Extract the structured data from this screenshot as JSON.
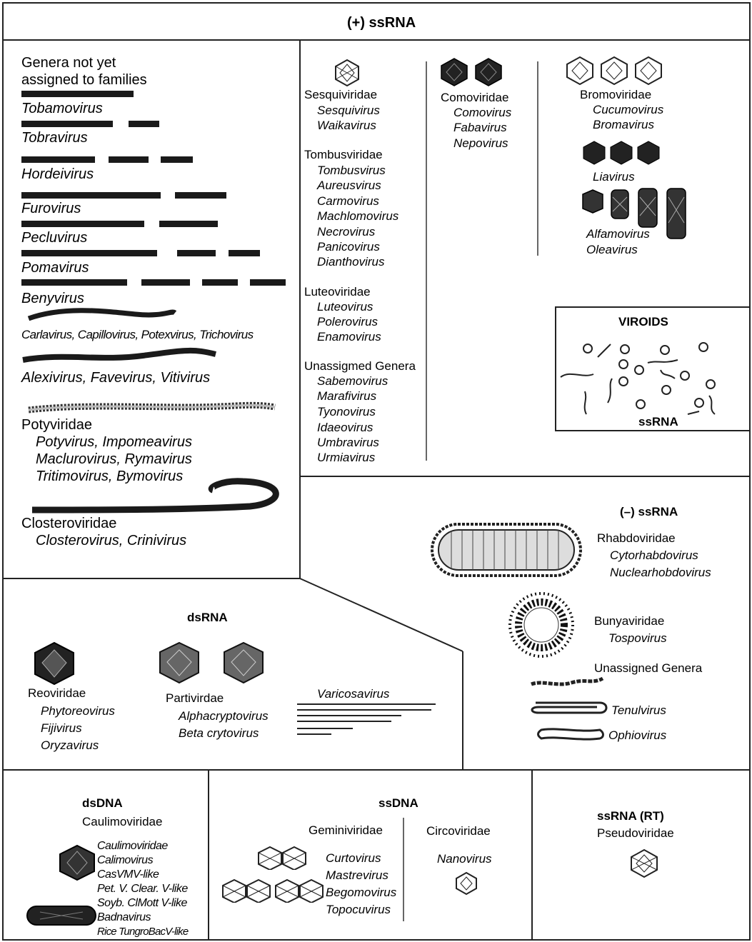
{
  "header": {
    "title": "(+) ssRNA"
  },
  "unassigned_panel": {
    "heading_line1": "Genera not yet",
    "heading_line2": "assigned to families",
    "genera": [
      "Tobamovirus",
      "Tobravirus",
      "Hordeivirus",
      "Furovirus",
      "Pecluvirus",
      "Pomavirus",
      "Benyvirus"
    ],
    "flexuous": "Carlavirus, Capillovirus, Potexvirus, Trichovirus",
    "flexuous2": "Alexivirus,  Favevirus,  Vitivirus",
    "potyviridae": {
      "family": "Potyviridae",
      "line1": "Potyvirus,  Impomeavirus",
      "line2": "Maclurovirus,  Rymavirus",
      "line3": "Tritimovirus,  Bymovirus"
    },
    "closteroviridae": {
      "family": "Closteroviridae",
      "line1": "Closterovirus,  Crinivirus"
    }
  },
  "isometric_col1": {
    "sesquiviridae": {
      "family": "Sesquiviridae",
      "genera": [
        "Sesquivirus",
        "Waikavirus"
      ]
    },
    "tombusviridae": {
      "family": "Tombusviridae",
      "genera": [
        "Tombusvirus",
        "Aureusvirus",
        "Carmovirus",
        "Machlomovirus",
        "Necrovirus",
        "Panicovirus",
        "Dianthovirus"
      ]
    },
    "luteoviridae": {
      "family": "Luteoviridae",
      "genera": [
        "Luteovirus",
        "Polerovirus",
        "Enamovirus"
      ]
    },
    "unassigned": {
      "family": "Unassigmed Genera",
      "genera": [
        "Sabemovirus",
        "Marafivirus",
        "Tyonovirus",
        "Idaeovirus",
        "Umbravirus",
        "Urmiavirus"
      ]
    }
  },
  "isometric_col2": {
    "comoviridae": {
      "family": "Comoviridae",
      "genera": [
        "Comovirus",
        "Fabavirus",
        "Nepovirus"
      ]
    }
  },
  "isometric_col3": {
    "bromoviridae": {
      "family": "Bromoviridae",
      "genera": [
        "Cucumovirus",
        "Bromavirus"
      ]
    },
    "liavirus": "Liavirus",
    "alfamovirus": "Alfamovirus",
    "oleavirus": "Oleavirus"
  },
  "viroids": {
    "title": "VIROIDS",
    "label": "ssRNA"
  },
  "neg_ssrna": {
    "title": "(–) ssRNA",
    "rhabdo": {
      "family": "Rhabdoviridae",
      "genera": [
        "Cytorhabdovirus",
        "Nuclearhobdovirus"
      ]
    },
    "bunya": {
      "family": "Bunyaviridae",
      "genera": [
        "Tospovirus"
      ]
    },
    "unassigned": {
      "family": "Unassigned Genera",
      "genera": [
        "Tenulvirus",
        "Ophiovirus"
      ]
    }
  },
  "dsrna": {
    "title": "dsRNA",
    "reo": {
      "family": "Reoviridae",
      "genera": [
        "Phytoreovirus",
        "Fijivirus",
        "Oryzavirus"
      ]
    },
    "parti": {
      "family": "Partivirdae",
      "genera": [
        "Alphacryptovirus",
        "Beta crytovirus"
      ]
    },
    "varicosavirus": "Varicosavirus"
  },
  "dsdna": {
    "title": "dsDNA",
    "family": "Caulimoviridae",
    "genera": [
      "Caulimoviridae",
      "Calimovirus",
      "CasVMV-like",
      "Pet. V. Clear. V-like",
      "Soyb. ClMott V-like",
      "Badnavirus",
      "Rice TungroBacV-like"
    ]
  },
  "ssdna": {
    "title": "ssDNA",
    "gemini": {
      "family": "Geminiviridae",
      "genera": [
        "Curtovirus",
        "Mastrevirus",
        "Begomovirus",
        "Topocuvirus"
      ]
    },
    "circo": {
      "family": "Circoviridae",
      "genera": [
        "Nanovirus"
      ]
    }
  },
  "ssrna_rt": {
    "title": "ssRNA (RT)",
    "family": "Pseudoviridae"
  },
  "colors": {
    "ink": "#1a1a1a",
    "paper": "#ffffff"
  }
}
